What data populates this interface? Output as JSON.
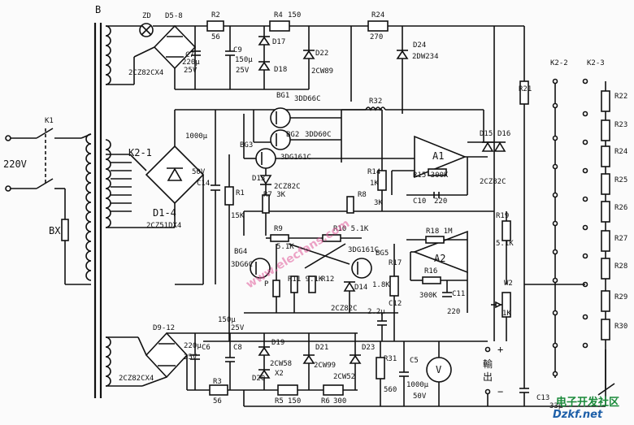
{
  "labels": {
    "B": "B",
    "ZD": "ZD",
    "D5_8": "D5-8",
    "R2": "R2",
    "R2v": "56",
    "R4": "R4",
    "R4v": "150",
    "R24": "R24",
    "R24v": "270",
    "C7": "C7",
    "C7v": "220μ",
    "C7u": "25V",
    "C9": "C9",
    "C9v": "150μ",
    "C9u": "25V",
    "D17": "D17",
    "D18": "D18",
    "D22": "D22",
    "D22t": "2CW89",
    "D24": "D24",
    "D24t": "2DW234",
    "bridge1": "2CZ82CX4",
    "R21": "R21",
    "K2_2": "K2-2",
    "K2_3": "K2-3",
    "R22": "R22",
    "R23": "R23",
    "R24r": "R24",
    "R25": "R25",
    "R26": "R26",
    "R27": "R27",
    "R28": "R28",
    "R29": "R29",
    "R30": "R30",
    "BG1": "BG1",
    "BG1t": "3DD66C",
    "BG2": "BG2",
    "BG2t": "3DD60C",
    "BG3": "BG3",
    "BG3t": "3DG161C",
    "R32": "R32",
    "D15": "D15",
    "D16": "D16",
    "A1": "A1",
    "D15t": "2CZ82C",
    "D13": "D13",
    "D13t": "2CZ82C",
    "R14": "R14",
    "R14v": "1K",
    "R15": "R15 300K",
    "C10": "C10",
    "C10v": "220",
    "K1": "K1",
    "V220": "220V",
    "K2_1": "K2-1",
    "C14v": "1000μ",
    "C14u": "50V",
    "C14": "C14",
    "R1": "R1",
    "R1v": "15K",
    "D1_4": "D1-4",
    "D1_4t": "2CZ51DX4",
    "BX": "BX",
    "R7": "R7 3K",
    "R8": "R8",
    "R8v": "3K",
    "R9": "R9",
    "R9v": "5.1K",
    "R10": "R10 5.1K",
    "R18": "R18 1M",
    "A2": "A2",
    "R19": "R19",
    "R19v": "5.1K",
    "BG4": "BG4",
    "BG4t": "3DG6C",
    "BG5t": "3DG161C",
    "BG5": "BG5",
    "P": "P",
    "R11": "R11 9.1K",
    "R12": "R12",
    "R17": "R17",
    "R17v": "1.8K",
    "D14": "D14",
    "D14t": "2CZ82C",
    "C12": "C12",
    "C12v": "2.2μ",
    "R16": "R16",
    "R16v": "300K",
    "C11": "C11",
    "C11v": "220",
    "W2": "W2",
    "W2v": "1K",
    "D9_12": "D9-12",
    "bridge2": "2CZ82CX4",
    "C6": "C6",
    "C6v": "220μ",
    "C6u": "25V",
    "C8": "C8",
    "C8v": "150μ",
    "C8u": "25V",
    "R3": "R3",
    "R3v": "56",
    "D19": "D19",
    "D19t": "2CW58",
    "D19x": "X2",
    "D20": "D20",
    "D21": "D21",
    "D21t": "2CW99",
    "D23": "D23",
    "D23t": "2CW52",
    "R5": "R5",
    "R5v": "150",
    "R6": "R6",
    "R6v": "300",
    "R31": "R31",
    "R31v": "560",
    "C5": "C5",
    "C5v": "1000μ",
    "C5u": "50V",
    "V": "V",
    "plus": "+",
    "minus": "−",
    "out1": "輸",
    "out2": "出",
    "C13": "C13",
    "C13v": "33μ"
  },
  "watermarks": {
    "diag": "www.elecfans.com",
    "cn": "电子开发社区",
    "url": "Dzkf.net"
  }
}
